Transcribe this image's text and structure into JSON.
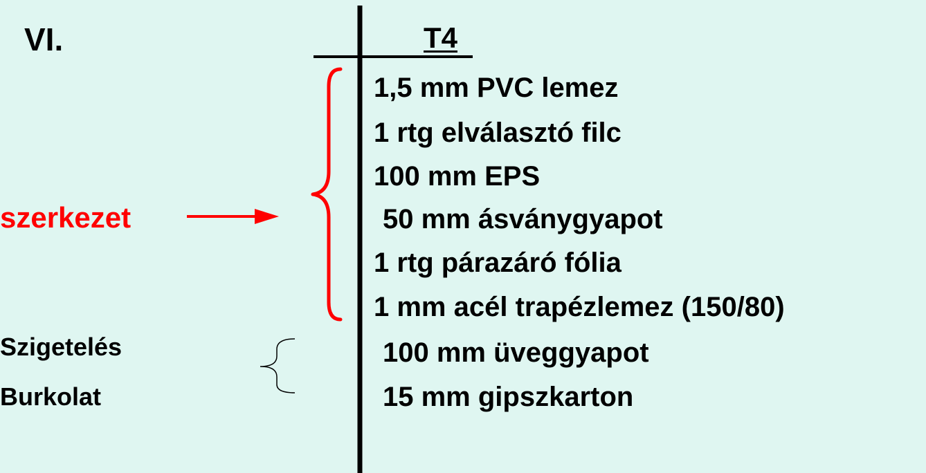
{
  "section": {
    "label": "VI."
  },
  "column": {
    "title": "T4"
  },
  "structure_label": "szerkezet",
  "side_labels": [
    "Szigetelés",
    "Burkolat"
  ],
  "layers": [
    "1,5 mm PVC lemez",
    "1 rtg elválasztó filc",
    "100 mm EPS",
    "50 mm ásványgyapot",
    "1 rtg párazáró fólia",
    "1 mm acél trapézlemez (150/80)",
    "100 mm üveggyapot",
    "15 mm gipszkarton"
  ],
  "colors": {
    "background": "#dff6f1",
    "text": "#000000",
    "accent": "#ff0000"
  }
}
